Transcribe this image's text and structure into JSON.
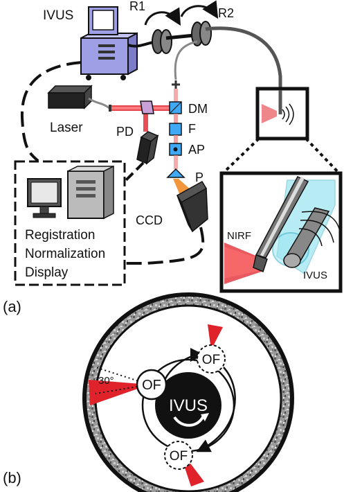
{
  "panel_a": {
    "panel_label": "(a)",
    "labels": {
      "ivus": "IVUS",
      "r1": "R1",
      "r2": "R2",
      "laser": "Laser",
      "dm": "DM",
      "f": "F",
      "ap": "AP",
      "p": "P",
      "pd": "PD",
      "ccd": "CCD"
    },
    "computer_text": [
      "Registration",
      "Normalization",
      "Display"
    ],
    "inset": {
      "nirf": "NIRF",
      "ivus": "IVUS"
    }
  },
  "panel_b": {
    "panel_label": "(b)",
    "angle_label": "30°",
    "fiber_label": "OF",
    "center_label": "IVUS"
  },
  "colors": {
    "laser_red": "#e0232a",
    "filter_blue": "#3fa9f5",
    "orange": "#f28c28",
    "ivus_purple": "#9f9fe6",
    "sheath_cyan": "#62d6e8"
  }
}
